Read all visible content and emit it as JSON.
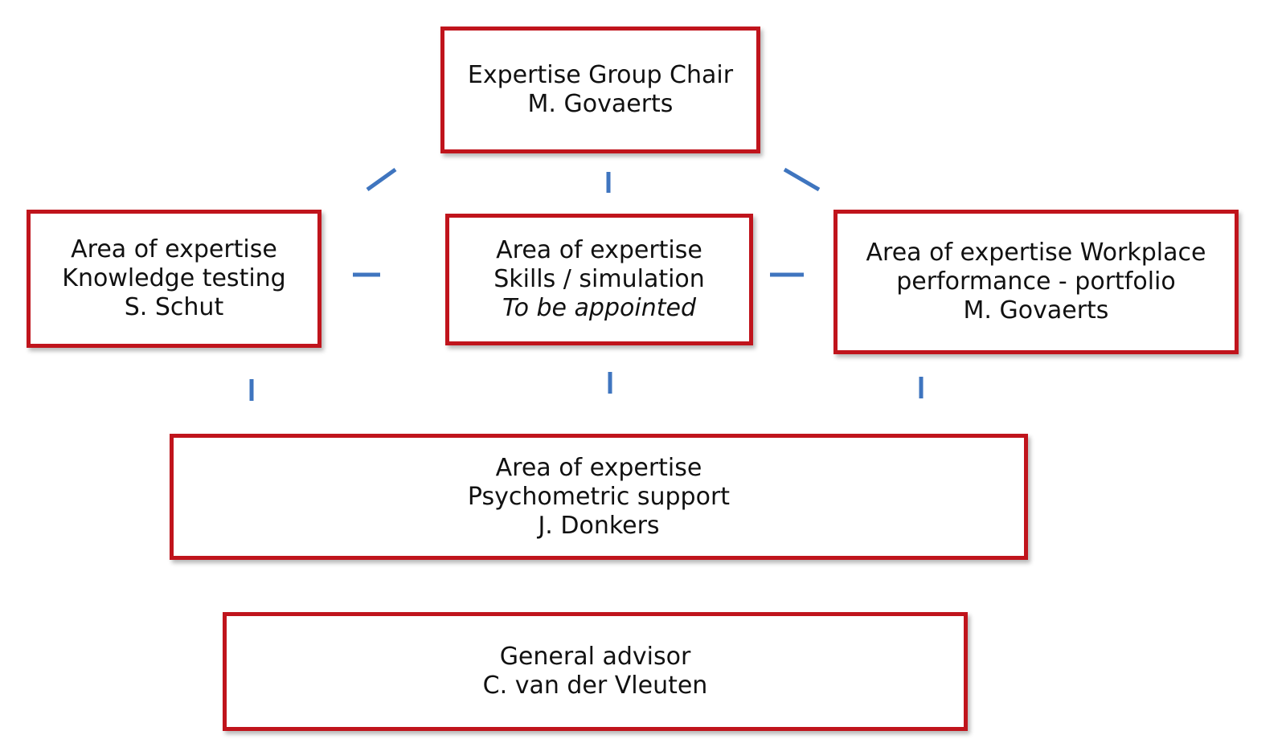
{
  "chair": {
    "role": "Expertise Group Chair",
    "person": "M. Govaerts"
  },
  "knowledge": {
    "line1": "Area of expertise",
    "line2": "Knowledge testing",
    "person": "S. Schut"
  },
  "skills": {
    "line1": "Area of expertise",
    "line2": "Skills / simulation",
    "person": "To be appointed"
  },
  "workplace": {
    "line1": "Area of expertise Workplace",
    "line2": "performance - portfolio",
    "person": "M. Govaerts"
  },
  "psychometric": {
    "line1": "Area of expertise",
    "line2": "Psychometric support",
    "person": "J. Donkers"
  },
  "advisor": {
    "role": "General advisor",
    "person": "C. van der Vleuten"
  },
  "colors": {
    "box_border": "#c0141c",
    "connector": "#3f75bf"
  }
}
